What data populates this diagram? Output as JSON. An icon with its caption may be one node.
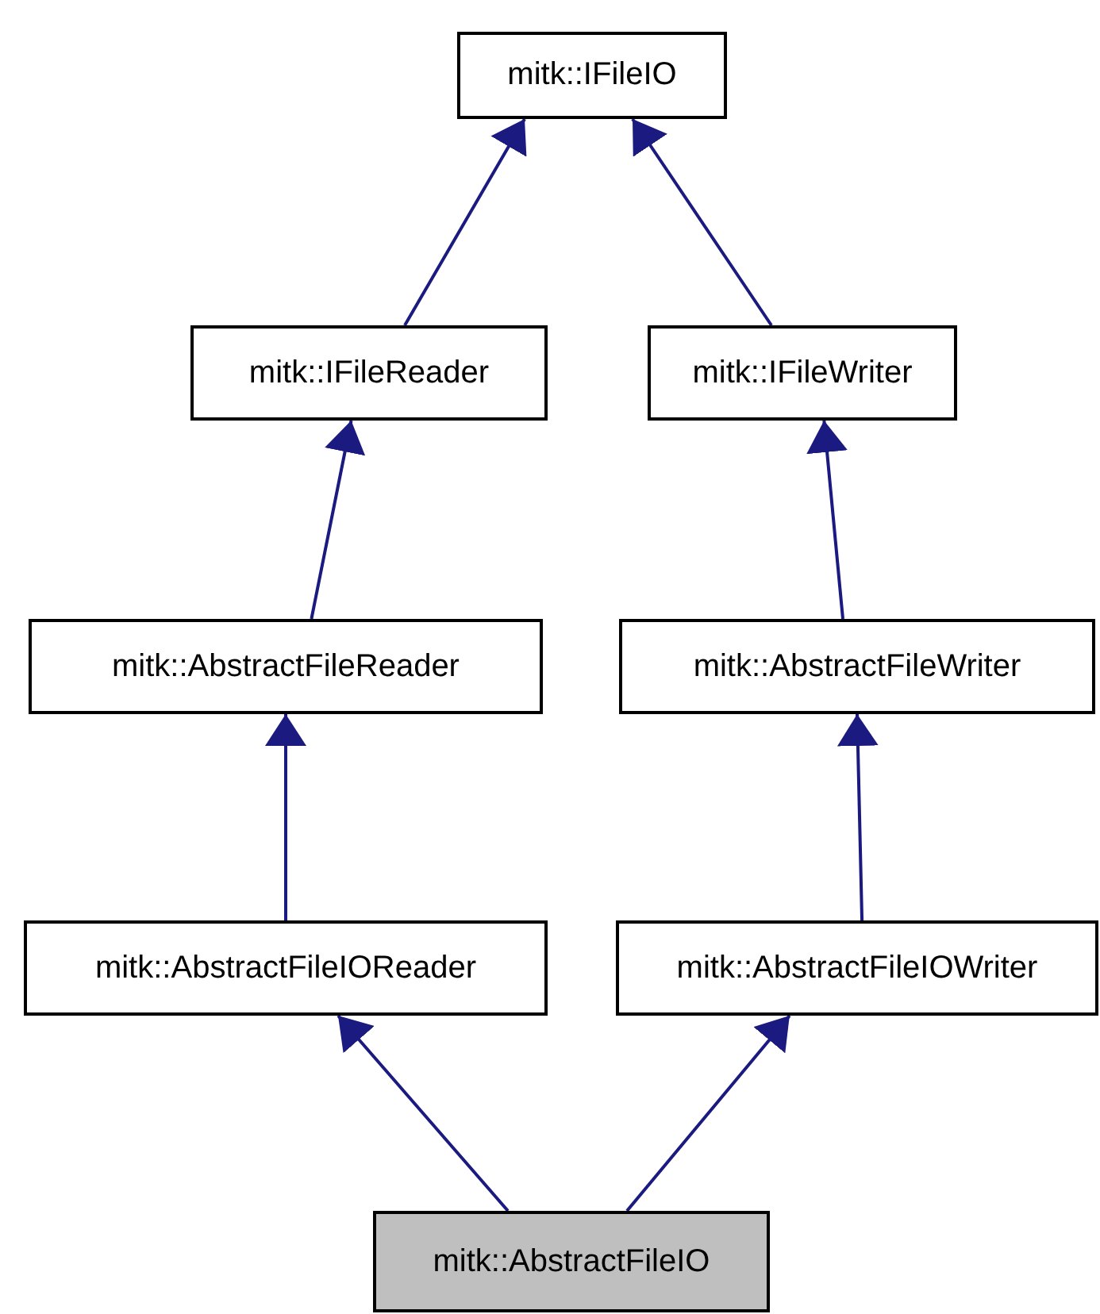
{
  "diagram": {
    "nodes": [
      {
        "text": [
          "mitk::IFileIO"
        ]
      },
      {
        "text": [
          "mitk::IFileReader"
        ]
      },
      {
        "text": [
          "mitk::IFileWriter"
        ]
      },
      {
        "text": [
          "mitk::AbstractFileReader"
        ]
      },
      {
        "text": [
          "mitk::AbstractFileWriter"
        ]
      },
      {
        "text": [
          "mitk::AbstractFileIOReader"
        ]
      },
      {
        "text": [
          "mitk::AbstractFileIOWriter"
        ]
      },
      {
        "text": [
          "mitk::AbstractFileIO"
        ]
      }
    ],
    "edges": [
      {
        "from": 1,
        "to": 0,
        "arrow": "to"
      },
      {
        "from": 2,
        "to": 0,
        "arrow": "to"
      },
      {
        "from": 3,
        "to": 1,
        "arrow": "to"
      },
      {
        "from": 4,
        "to": 2,
        "arrow": "to"
      },
      {
        "from": 5,
        "to": 3,
        "arrow": "to"
      },
      {
        "from": 6,
        "to": 4,
        "arrow": "to"
      },
      {
        "from": 7,
        "to": 5,
        "arrow": "to"
      },
      {
        "from": 7,
        "to": 6,
        "arrow": "to"
      }
    ]
  }
}
